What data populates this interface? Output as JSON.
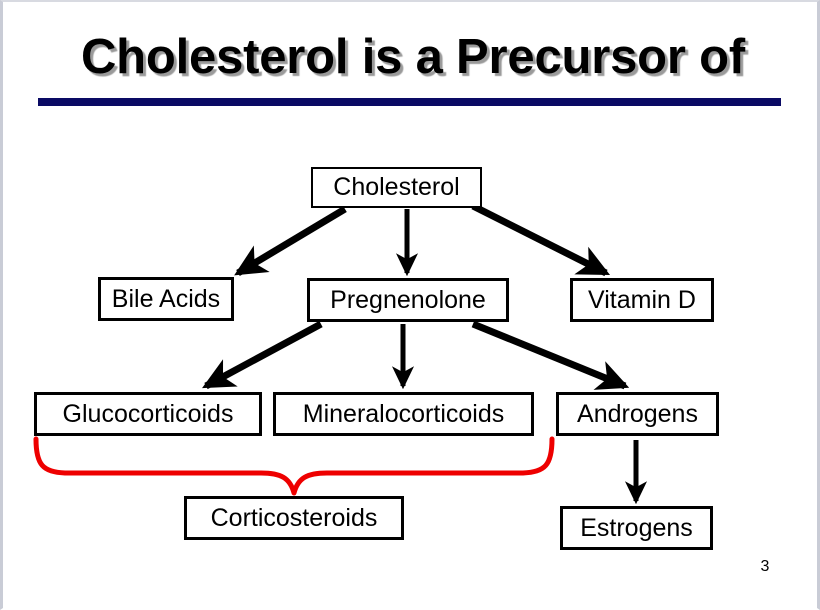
{
  "slide": {
    "title": "Cholesterol is a Precursor of",
    "page_number": "3",
    "accent_color": "#0a0a64",
    "brace_color": "#ee0000",
    "edge_color": "#000000",
    "background": "#ffffff"
  },
  "diagram": {
    "type": "flowchart",
    "nodes": [
      {
        "id": "cholesterol",
        "label": "Cholesterol"
      },
      {
        "id": "bile-acids",
        "label": "Bile Acids"
      },
      {
        "id": "pregnenolone",
        "label": "Pregnenolone"
      },
      {
        "id": "vitamin-d",
        "label": "Vitamin D"
      },
      {
        "id": "glucocorticoids",
        "label": "Glucocorticoids"
      },
      {
        "id": "mineralocorticoids",
        "label": "Mineralocorticoids"
      },
      {
        "id": "androgens",
        "label": "Androgens"
      },
      {
        "id": "corticosteroids",
        "label": "Corticosteroids"
      },
      {
        "id": "estrogens",
        "label": "Estrogens"
      }
    ],
    "edges": [
      {
        "from": "cholesterol",
        "to": "bile-acids",
        "style": "arrow"
      },
      {
        "from": "cholesterol",
        "to": "pregnenolone",
        "style": "arrow"
      },
      {
        "from": "cholesterol",
        "to": "vitamin-d",
        "style": "arrow"
      },
      {
        "from": "pregnenolone",
        "to": "glucocorticoids",
        "style": "arrow"
      },
      {
        "from": "pregnenolone",
        "to": "mineralocorticoids",
        "style": "arrow"
      },
      {
        "from": "pregnenolone",
        "to": "androgens",
        "style": "arrow"
      },
      {
        "from": "androgens",
        "to": "estrogens",
        "style": "arrow"
      },
      {
        "from": "glucocorticoids,mineralocorticoids,androgens",
        "to": "corticosteroids",
        "style": "red-brace"
      }
    ]
  }
}
